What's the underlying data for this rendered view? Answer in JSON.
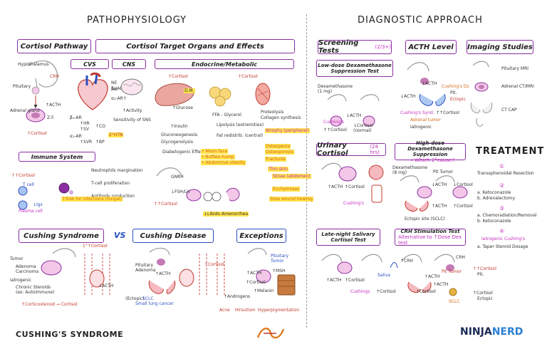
{
  "headers": {
    "left": "PATHOPHYSIOLOGY",
    "right": "DIAGNOSTIC APPROACH",
    "treatment": "TREATMENT"
  },
  "boxes": {
    "cortisol_pathway": "Cortisol Pathway",
    "target_organs": "Cortisol Target Organs and Effects",
    "cvs": "CVS",
    "cns": "CNS",
    "endocrine": "Endocrine/Metabolic",
    "immune": "Immune System",
    "cushing_syndrome": "Cushing Syndrome",
    "vs": "VS",
    "cushing_disease": "Cushing Disease",
    "exceptions": "Exceptions",
    "screening": "Screening Tests",
    "screening_sub": "(2/3+)",
    "acth_level": "ACTH Level",
    "imaging": "Imaging Studies",
    "low_dose": "Low-dose Dexamethasone Suppression Test",
    "urinary": "Urinary Cortisol",
    "urinary_sub": "(24 hrs)",
    "high_dose": "High-dose Dexamethasone Suppression",
    "high_dose_sub": "→ Which 2°cause?",
    "late_night": "Late-night Salivary Cortisol Test",
    "crh": "CRH Stimulation Test",
    "crh_sub": "Alternative to ↑Dose Dex test"
  },
  "pathway_labels": {
    "hypothalamus": "Hypothalamus",
    "crh": "CRH",
    "pituitary": "Pituitary",
    "acth": "↑ACTH",
    "adrenal": "Adrenal gland",
    "zf": "Z.F.",
    "cortisol": "↑Cortisol"
  },
  "cvs_labels": {
    "ne": "NE",
    "b1ar": "β₁-AR↑",
    "a1ar": "α₁-AR↑",
    "b1": "β₁-AR",
    "hr": "↑HR",
    "sv": "↑SV",
    "co": "↑CO",
    "a1": "α₁-AR",
    "svr": "↑SVR",
    "bp": "↑BP",
    "htn": "2°HTN"
  },
  "cns_labels": {
    "ne": "NE",
    "activity": "↑Activity",
    "sensitivity": "Sensitivity of SNS"
  },
  "endo_labels": {
    "cortisol": "↑Cortisol",
    "dm": "D.M.",
    "glucose": "↑Glucose",
    "insulin": "↑Insulin",
    "gluconeogenesis": "Gluconeogenesis",
    "glycogenolysis": "Glycogenolysis",
    "diabetogenic": "Diabetogenic Effect",
    "ffa": "FFA - Glycerol",
    "lipolysis": "Lipolysis (extremities)",
    "fat_redist": "Fat redistrib. (central)",
    "moon_face": "• Moon face",
    "buffalo": "• Buffalo hump",
    "obesity": "• Abdominal obesity",
    "cortisol2": "↑Cortisol",
    "proteolysis": "Proteolysis",
    "collagen": "Collagen synthesis",
    "atrophy": "Atrophy (peripheral)",
    "osteopenia": "Osteopenia",
    "osteoporosis": "Osteoporosis",
    "fractures": "Fractures",
    "thin_skin": "Thin skin",
    "striae": "Striae (abdomen)",
    "ecchymoses": "Ecchymoses",
    "slow_healing": "Slow wound healing",
    "gnrh": "GNRH",
    "fsh_lh": "↓FSH/LH",
    "cortisol3": "↑↑Cortisol",
    "libido": "↓Libido",
    "amenorrhea": "Amenorrhea"
  },
  "immune_labels": {
    "cortisol": "↑↑Cortisol",
    "neutrophils": "Neutrophils margination",
    "tcell_prolif": "T-cell proliferation",
    "antibody": "Antibody production",
    "tcell": "T cell",
    "risk": "↑Risk for infections (fungal)",
    "plasma": "Plasma cell",
    "igs": "↓Igs"
  },
  "syndrome_labels": {
    "tumor": "Tumor",
    "adenoma": "Adenoma Carcinoma",
    "iatrogenic": "Iatrogenic",
    "chronic": "Chronic Steroids (ex: Autoimmune)",
    "acth": "↓ACTH",
    "corticosteroid": "↑Corticosteroid → Cortisol",
    "top": "1°↑Cortisol"
  },
  "disease_labels": {
    "pit_adenoma": "Pituitary Adenoma",
    "acth": "↑ACTH",
    "ectopic": "(Ectopic)",
    "sclc": "SCLC",
    "small_lung": "Small lung cancer",
    "cortisol": "↑Cortisol"
  },
  "exceptions_labels": {
    "pit_tumor": "Pituitary Tumor",
    "acth": "↑ACTH",
    "msh": "↑MSH",
    "cortisol": "↑Cortisol",
    "androgens": "↑Androgens",
    "melanin": "↑Melanin",
    "acne": "Acne",
    "hirsutism": "Hirsutism",
    "hyperpig": "Hyperpigmentation"
  },
  "diag_labels": {
    "dexa": "Dexamethasone (1 mg)",
    "acth": "↓ACTH",
    "cushings": "Cushing's",
    "cortisol_high": "↑↑Cortisol",
    "cortisol_normal": "↓Cortisol (normal)",
    "acth_level_acth": "↓ACTH",
    "cushings_dz": "Cushing's Dz",
    "pit": "Pit.",
    "ectopic": "Ectopic",
    "acth_l": "↓ACTH",
    "cushings_synd": "Cushing's Synd.",
    "cortisol_l": "↑↑Cortisol",
    "adrenal_tumor": "Adrenal tumor",
    "iatrogenic": "Iatrogenic",
    "pit_mri": "Pituitary MRI",
    "adrenal_ct": "Adrenal CT/MRI",
    "ct_cap": "CT CAP",
    "urine_acth": "↑ACTH",
    "urine_cortisol": "↑Cortisol",
    "urine_cushings": "Cushing's",
    "hd_dexa": "Dexamethasone (8 mg)",
    "hd_pit_tumor": "Pit Tumor",
    "hd_acth": "↓ACTH",
    "hd_cortisol": "↓Cortisol",
    "hd_acth2": "↑ACTH",
    "hd_cortisol2": "↑Cortisol",
    "hd_ectopic": "Ectopic site (SCLC)",
    "ln_acth": "↑ACTH",
    "ln_cortisol": "↑Cortisol",
    "ln_saliva": "Saliva",
    "ln_cushings": "Cushings",
    "ln_cortisol2": "↑Cortisol",
    "crh_crh": "↑CRH",
    "crh_crh2": "CRH",
    "crh_pit": "Pit Tumor",
    "crh_acth": "↑ACTH",
    "crh_acth2": "↑ACTH",
    "crh_cortisol": "↑Cortisol",
    "crh_sclc": "SCLC",
    "crh_r_cortisol": "↑↑Cortisol",
    "crh_r_pit": "Pit.",
    "crh_r_cortisol2": "↑Cortisol",
    "crh_r_ectopic": "Ectopic"
  },
  "treatment": {
    "n1": "①",
    "t1": "Transsphenoidal Resection",
    "n2": "②",
    "t2a": "a. Ketoconazole",
    "t2b": "b. Adrenalectomy",
    "n3": "③",
    "t3a": "a. Chemoradiation/Removal",
    "t3b": "b. Ketoconazole",
    "n4": "④",
    "t4": "Iatrogenic Cushing's",
    "t4a": "a. Taper Steroid Dosage"
  },
  "footer": {
    "title": "CUSHING'S SYNDROME",
    "brand_ninja": "NINJA",
    "brand_nerd": "NERD"
  },
  "colors": {
    "purple": "#8b2fa0",
    "blue": "#2a4fc0",
    "red": "#c0392b",
    "pink": "#c42fc0",
    "orange": "#d46a1a",
    "highlight": "#ffe34d"
  }
}
